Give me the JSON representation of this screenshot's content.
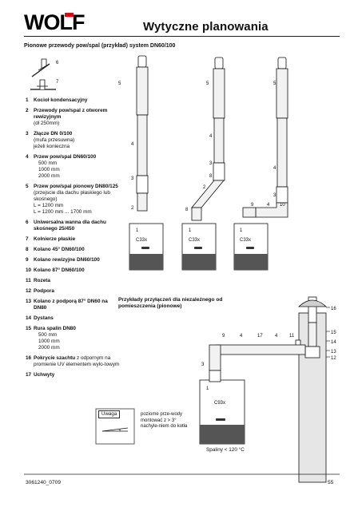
{
  "header": {
    "logo_text": "WOLF",
    "title": "Wytyczne planowania"
  },
  "subheading": "Pionowe przewody pow/spal (przykład) system DN60/100",
  "legend": [
    {
      "num": "1",
      "lines": [
        "Kocioł kondensacyjny"
      ],
      "sub": []
    },
    {
      "num": "2",
      "lines": [
        "Przewody pow/spal z otworem rewizyjnym"
      ],
      "sub": [
        "(dł 250mm)"
      ]
    },
    {
      "num": "3",
      "lines": [
        "Złącze DN 0/100"
      ],
      "sub": [
        "(mufa przesuwna)",
        "jeżeli konieczna"
      ]
    },
    {
      "num": "4",
      "lines": [
        "Przew pow/spal DN60/100"
      ],
      "sub": [
        "500 mm",
        "1000 mm",
        "2000 mm"
      ]
    },
    {
      "num": "5",
      "lines": [
        "Przew pow/spal pionowy DN80/125"
      ],
      "sub": [
        "(przejscie dla dachu płaskiego lub skośnego)",
        "L = 1200 mm",
        "L = 1200 mm ... 1700 mm"
      ]
    },
    {
      "num": "6",
      "lines": [
        "Uniwersalna wanna dla dachu skośnego 25/450"
      ],
      "sub": []
    },
    {
      "num": "7",
      "lines": [
        "Kolnierze płaskie"
      ],
      "sub": []
    },
    {
      "num": "8",
      "lines": [
        "Kolano 45° DN60/100"
      ],
      "sub": []
    },
    {
      "num": "9",
      "lines": [
        "Kolano rewizyjne DN60/100"
      ],
      "sub": []
    },
    {
      "num": "10",
      "lines": [
        "Kolano 87° DN60/100"
      ],
      "sub": []
    },
    {
      "num": "11",
      "lines": [
        "Rozeta"
      ],
      "sub": []
    },
    {
      "num": "12",
      "lines": [
        "Podpora"
      ],
      "sub": []
    },
    {
      "num": "13",
      "lines": [
        "Kolano z podporą 87° DN60 na DN80"
      ],
      "sub": []
    },
    {
      "num": "14",
      "lines": [
        "Dystans"
      ],
      "sub": []
    },
    {
      "num": "15",
      "lines": [
        "Rura spalin DN80"
      ],
      "sub": [
        "500 mm",
        "1000 mm",
        "2000 mm"
      ]
    },
    {
      "num": "16",
      "lines": [
        "Pokrycie szachtu"
      ],
      "sub_inline": "z odpornym na promienie UV elementem wylo-towym",
      "sub": []
    },
    {
      "num": "17",
      "lines": [
        "Uchwyty"
      ],
      "sub": []
    }
  ],
  "diagrams": {
    "boiler_label": "C33x",
    "boiler_label_bottom": "C93x",
    "example_heading": "Przykłady przyłączeń dla niezależnego od pomieszczenia (pionowe)",
    "callouts": {
      "roof_6": "6",
      "roof_7": "7",
      "d1": [
        "5",
        "4",
        "3",
        "2",
        "1"
      ],
      "d2": [
        "5",
        "4",
        "3",
        "8",
        "2",
        "8",
        "1"
      ],
      "d3": [
        "5",
        "4",
        "3",
        "9",
        "4",
        "10",
        "1"
      ],
      "d4": [
        "9",
        "4",
        "17",
        "4",
        "11",
        "3",
        "1",
        "16",
        "15",
        "14",
        "13",
        "12"
      ]
    }
  },
  "note": {
    "label": "Uwaga",
    "text": "poziome prze-wody montować z > 3° nachyle-niem do kotła"
  },
  "exhaust_temp": "Spaliny < 120 °C",
  "footer": {
    "doc_number": "3061240_0709",
    "page_number": "55"
  }
}
